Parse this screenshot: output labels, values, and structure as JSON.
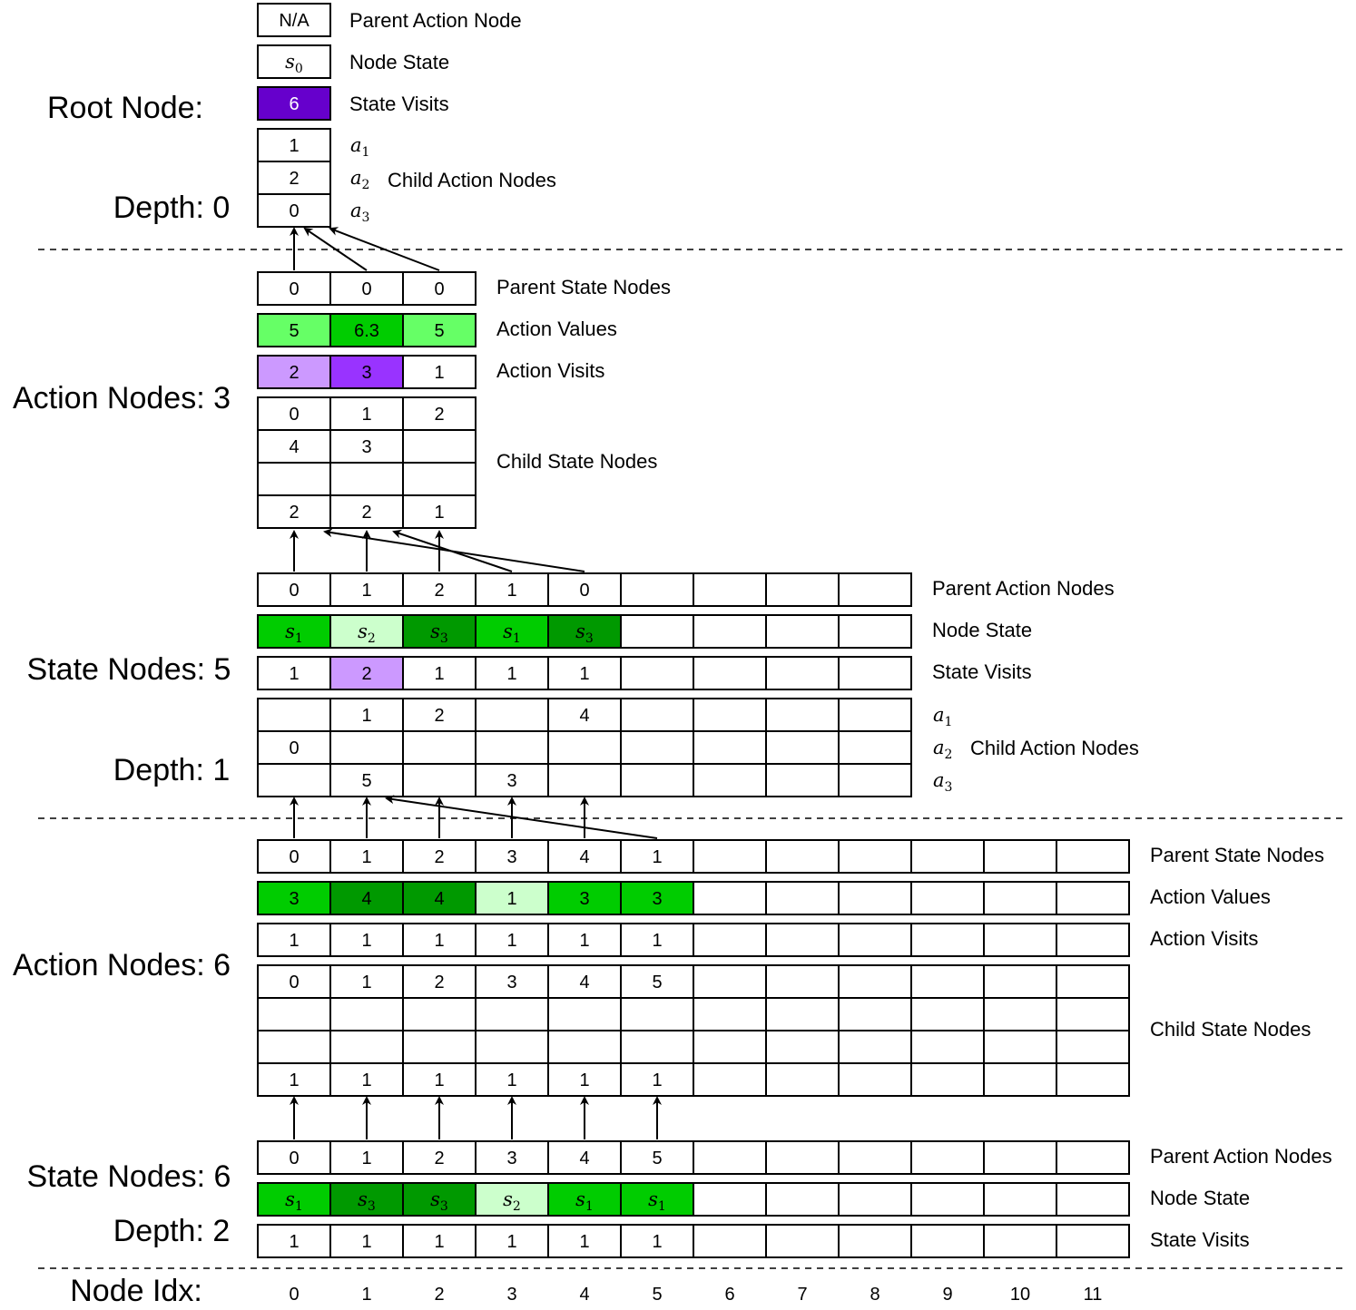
{
  "colors": {
    "grid": "#000000",
    "v_dark": "#6600cc",
    "v_mid": "#9933ff",
    "v_light": "#cc99ff",
    "g_dark": "#009900",
    "g_mid": "#00cc00",
    "g_bright": "#33ee33",
    "g_light": "#66ff66",
    "g_pale": "#ccffcc"
  },
  "sections": {
    "root_title": "Root Node:",
    "depth0": "Depth: 0",
    "action1_title": "Action Nodes: 3",
    "state1_title": "State Nodes: 5",
    "depth1": "Depth: 1",
    "action2_title": "Action Nodes: 6",
    "state2_title": "State Nodes: 6",
    "depth2": "Depth: 2",
    "node_idx_title": "Node Idx:"
  },
  "row_labels": {
    "parent_action_node": "Parent Action Node",
    "parent_action_nodes": "Parent Action Nodes",
    "node_state": "Node State",
    "state_visits": "State Visits",
    "child_action_nodes": "Child Action Nodes",
    "parent_state_nodes": "Parent State Nodes",
    "action_values": "Action Values",
    "action_visits": "Action Visits",
    "child_state_nodes": "Child State Nodes"
  },
  "action_symbols": [
    "a",
    "a",
    "a"
  ],
  "action_subscripts": [
    "1",
    "2",
    "3"
  ],
  "root": {
    "parent": "N/A",
    "state": {
      "sym": "s",
      "sub": "0"
    },
    "visits": "6",
    "children": [
      "1",
      "2",
      "0"
    ]
  },
  "action_nodes_1": {
    "parent_states": [
      "0",
      "0",
      "0"
    ],
    "values": [
      "5",
      "6.3",
      "5"
    ],
    "visits": [
      "2",
      "3",
      "1"
    ],
    "child_state_rows": [
      [
        "0",
        "1",
        "2"
      ],
      [
        "4",
        "3",
        ""
      ],
      [
        "",
        "",
        ""
      ],
      [
        "2",
        "2",
        "1"
      ]
    ]
  },
  "state_nodes_1": {
    "parent_actions": [
      "0",
      "1",
      "2",
      "1",
      "0",
      "",
      "",
      "",
      ""
    ],
    "states": [
      "1",
      "2",
      "3",
      "1",
      "3"
    ],
    "visits": [
      "1",
      "2",
      "1",
      "1",
      "1",
      "",
      "",
      "",
      ""
    ],
    "child_action_rows": [
      [
        "",
        "1",
        "2",
        "",
        "4",
        "",
        "",
        "",
        ""
      ],
      [
        "0",
        "",
        "",
        "",
        "",
        "",
        "",
        "",
        ""
      ],
      [
        "",
        "5",
        "",
        "3",
        "",
        "",
        "",
        "",
        ""
      ]
    ]
  },
  "action_nodes_2": {
    "parent_states": [
      "0",
      "1",
      "2",
      "3",
      "4",
      "1",
      "",
      "",
      "",
      "",
      "",
      ""
    ],
    "values": [
      "3",
      "4",
      "4",
      "1",
      "3",
      "3"
    ],
    "visits": [
      "1",
      "1",
      "1",
      "1",
      "1",
      "1",
      "",
      "",
      "",
      "",
      "",
      ""
    ],
    "child_state_rows": [
      [
        "0",
        "1",
        "2",
        "3",
        "4",
        "5",
        "",
        "",
        "",
        "",
        "",
        ""
      ],
      [
        "",
        "",
        "",
        "",
        "",
        "",
        "",
        "",
        "",
        "",
        "",
        ""
      ],
      [
        "",
        "",
        "",
        "",
        "",
        "",
        "",
        "",
        "",
        "",
        "",
        ""
      ],
      [
        "1",
        "1",
        "1",
        "1",
        "1",
        "1",
        "",
        "",
        "",
        "",
        "",
        ""
      ]
    ]
  },
  "state_nodes_2": {
    "parent_actions": [
      "0",
      "1",
      "2",
      "3",
      "4",
      "5",
      "",
      "",
      "",
      "",
      "",
      ""
    ],
    "states": [
      "1",
      "3",
      "3",
      "2",
      "1",
      "1"
    ],
    "visits": [
      "1",
      "1",
      "1",
      "1",
      "1",
      "1",
      "",
      "",
      "",
      "",
      "",
      ""
    ]
  },
  "node_idx": [
    "0",
    "1",
    "2",
    "3",
    "4",
    "5",
    "6",
    "7",
    "8",
    "9",
    "10",
    "11"
  ]
}
